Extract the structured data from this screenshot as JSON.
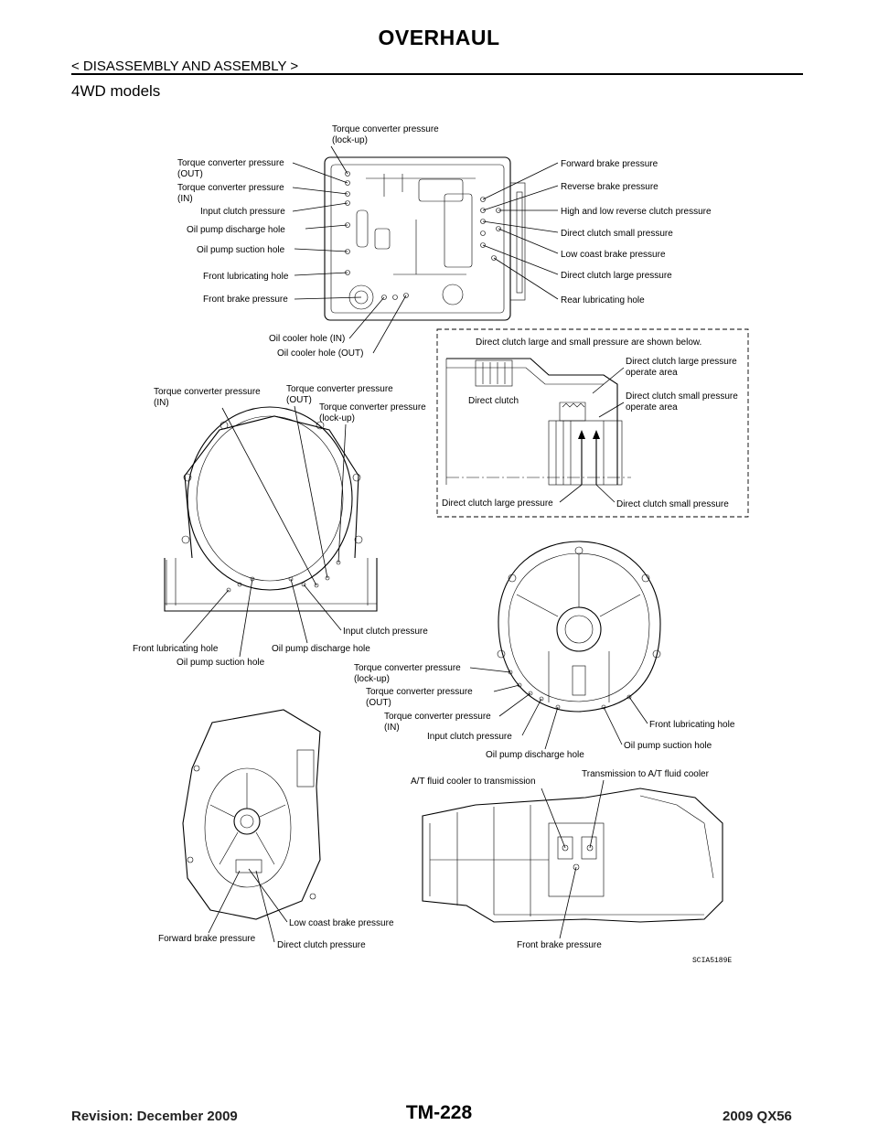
{
  "header": {
    "title": "OVERHAUL",
    "subtitle": "< DISASSEMBLY AND ASSEMBLY >",
    "section": "4WD models"
  },
  "figure": {
    "code": "SCIA5189E",
    "valve_body": {
      "label_tc_lockup_1": "Torque converter pressure",
      "label_tc_lockup_2": "(lock-up)",
      "label_tc_out_1": "Torque converter pressure",
      "label_tc_out_2": "(OUT)",
      "label_tc_in_1": "Torque converter pressure",
      "label_tc_in_2": "(IN)",
      "label_input_clutch": "Input clutch pressure",
      "label_oil_pump_discharge": "Oil pump discharge hole",
      "label_oil_pump_suction": "Oil pump suction hole",
      "label_front_lubricating": "Front lubricating hole",
      "label_front_brake": "Front brake pressure",
      "label_oil_cooler_in": "Oil cooler hole (IN)",
      "label_oil_cooler_out": "Oil cooler hole (OUT)",
      "label_forward_brake": "Forward brake pressure",
      "label_reverse_brake": "Reverse brake pressure",
      "label_high_low_reverse": "High and low reverse clutch pressure",
      "label_dc_small": "Direct clutch small pressure",
      "label_low_coast": "Low coast brake pressure",
      "label_dc_large": "Direct clutch large pressure",
      "label_rear_lubricating": "Rear lubricating hole"
    },
    "direct_clutch": {
      "note": "Direct clutch large and small pressure are shown below.",
      "label_direct_clutch": "Direct clutch",
      "label_large_area_1": "Direct clutch large pressure",
      "label_large_area_2": "operate area",
      "label_small_area_1": "Direct clutch small pressure",
      "label_small_area_2": "operate area",
      "label_large_bottom": "Direct clutch large pressure",
      "label_small_bottom": "Direct clutch small pressure"
    },
    "converter_housing": {
      "label_tc_in_1": "Torque converter pressure",
      "label_tc_in_2": "(IN)",
      "label_tc_out_1": "Torque converter pressure",
      "label_tc_out_2": "(OUT)",
      "label_tc_lockup_1": "Torque converter pressure",
      "label_tc_lockup_2": "(lock-up)",
      "label_input_clutch": "Input clutch pressure",
      "label_front_lubricating": "Front lubricating hole",
      "label_oil_pump_discharge": "Oil pump discharge hole",
      "label_oil_pump_suction": "Oil pump suction hole"
    },
    "oil_pump": {
      "label_tc_lockup_1": "Torque converter pressure",
      "label_tc_lockup_2": "(lock-up)",
      "label_tc_out_1": "Torque converter pressure",
      "label_tc_out_2": "(OUT)",
      "label_tc_in_1": "Torque converter pressure",
      "label_tc_in_2": "(IN)",
      "label_input_clutch": "Input clutch pressure",
      "label_oil_pump_discharge": "Oil pump discharge hole",
      "label_front_lubricating": "Front lubricating hole",
      "label_oil_pump_suction": "Oil pump suction hole"
    },
    "rear_case": {
      "label_low_coast": "Low coast brake pressure",
      "label_forward_brake": "Forward brake pressure",
      "label_direct_clutch": "Direct clutch pressure"
    },
    "transmission": {
      "label_cooler_to_trans": "A/T fluid cooler to transmission",
      "label_trans_to_cooler": "Transmission to A/T fluid cooler",
      "label_front_brake": "Front brake pressure"
    }
  },
  "footer": {
    "page": "TM-228",
    "revision": "Revision: December 2009",
    "model": "2009 QX56"
  }
}
